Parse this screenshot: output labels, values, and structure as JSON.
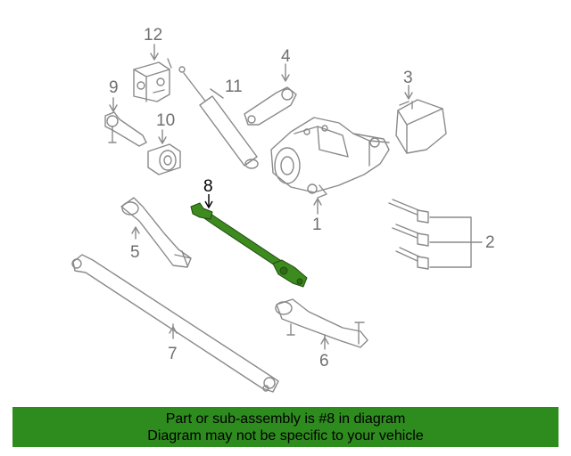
{
  "callouts": {
    "c1": "1",
    "c2": "2",
    "c3": "3",
    "c4": "4",
    "c5": "5",
    "c6": "6",
    "c7": "7",
    "c8": "8",
    "c9": "9",
    "c10": "10",
    "c11": "11",
    "c12": "12"
  },
  "highlight_part": "8",
  "colors": {
    "highlight": "#3d8a1f",
    "banner": "#2e8b1e",
    "part_line": "#8a8a8a"
  },
  "banner": {
    "line1": "Part or sub-assembly is #8 in diagram",
    "line2": "Diagram may not be specific to your vehicle"
  }
}
